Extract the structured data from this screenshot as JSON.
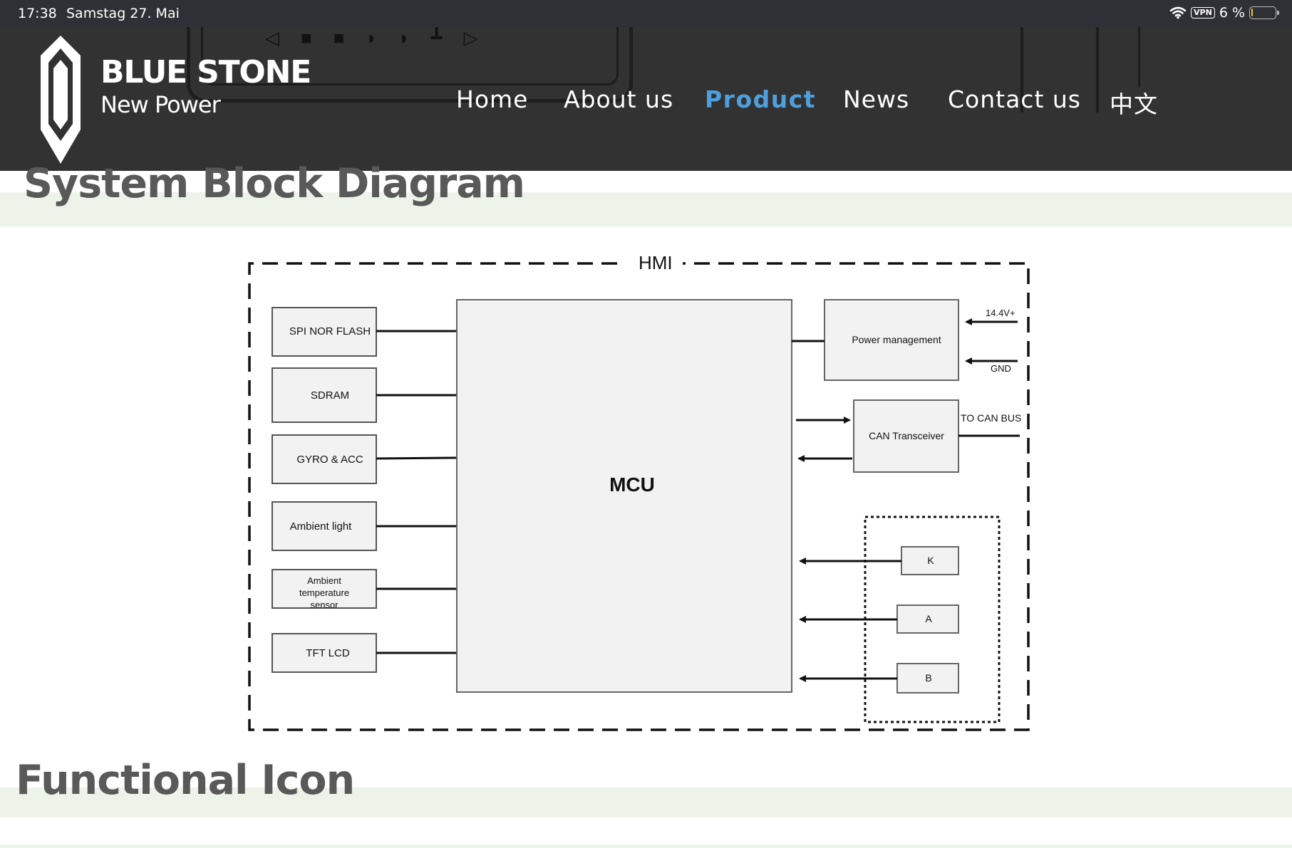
{
  "status_bar": {
    "time": "17:38",
    "date": "Samstag 27. Mai",
    "vpn": "VPN",
    "battery": "6 %",
    "battery_level": 0.06
  },
  "brand": {
    "name": "BLUE STONE",
    "tagline": "New Power"
  },
  "nav": {
    "items": [
      "Home",
      "About us",
      "Product",
      "News",
      "Contact us",
      "中文"
    ],
    "active": "Product"
  },
  "sections": {
    "system_block": "System Block Diagram",
    "functional_icon": "Functional Icon"
  },
  "diagram": {
    "frame_label": "HMI",
    "left_blocks": [
      "SPI NOR FLASH",
      "SDRAM",
      "GYRO & ACC",
      "Ambient light",
      "Ambient temperature sensor",
      "TFT LCD"
    ],
    "mcu": "MCU",
    "power": "Power management",
    "power_in": "14.4V+",
    "gnd": "GND",
    "can": "CAN Transceiver",
    "can_bus": "TO CAN BUS",
    "keys": [
      "K",
      "A",
      "B"
    ]
  },
  "colors": {
    "header_bg": "#323232",
    "accent": "#4e9fdd",
    "band": "#eef3ea",
    "title": "#595959"
  }
}
